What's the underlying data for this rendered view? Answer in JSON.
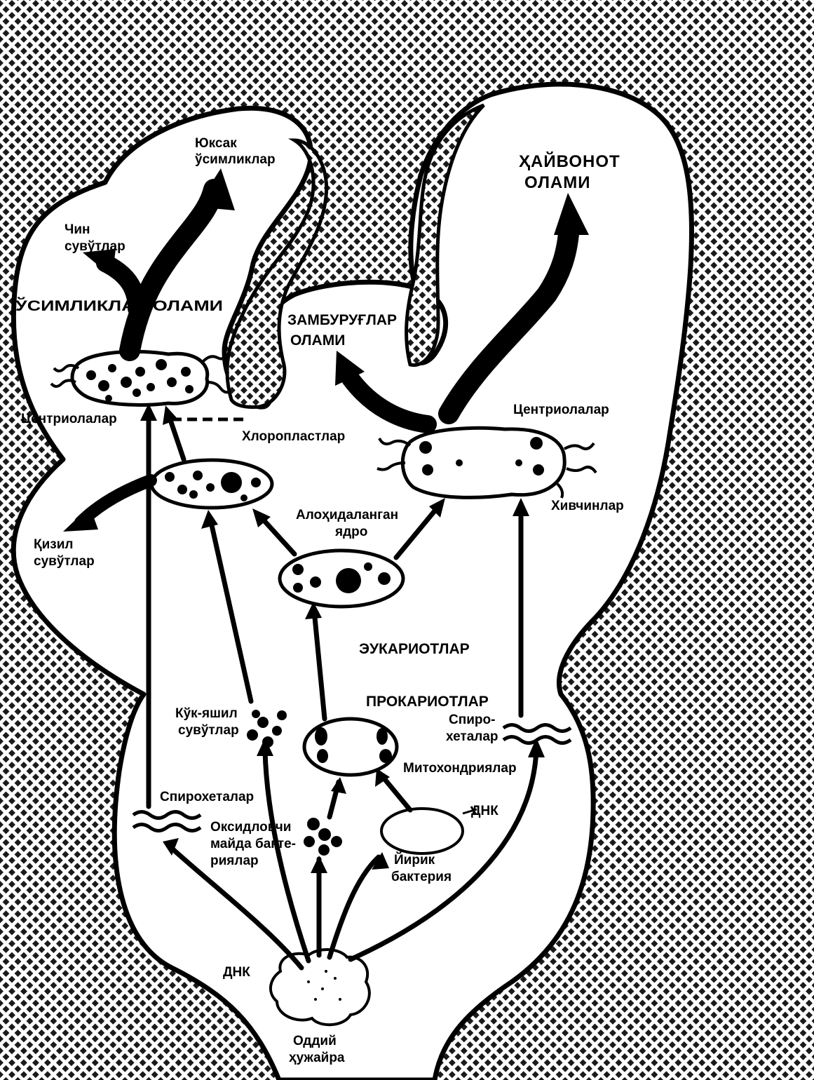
{
  "regions": {
    "plants": "ЎСИМЛИКЛАР ОЛАМИ",
    "fungi_line1": "ЗАМБУРУҒЛАР",
    "fungi_line2": "ОЛАМИ",
    "animals_line1": "ҲАЙВОНОТ",
    "animals_line2": "ОЛАМИ",
    "eukaryotes": "ЭУКАРИОТЛАР",
    "prokaryotes": "ПРОКАРИОТЛАР"
  },
  "labels": {
    "higher_plants_1": "Юксак",
    "higher_plants_2": "ўсимликлар",
    "true_algae_1": "Чин",
    "true_algae_2": "сувўтлар",
    "centrioles_left": "Центриолалар",
    "chloroplasts": "Хлоропластлар",
    "red_algae_1": "Қизил",
    "red_algae_2": "сувўтлар",
    "isolated_nucleus_1": "Алоҳидаланган",
    "isolated_nucleus_2": "ядро",
    "centrioles_right": "Центриолалар",
    "flagella": "Хивчинлар",
    "blue_green_1": "Кўк-яшил",
    "blue_green_2": "сувўтлар",
    "spirochetes_right_1": "Спиро-",
    "spirochetes_right_2": "хеталар",
    "mitochondria": "Митохондриялар",
    "spirochetes_left": "Спирохеталар",
    "oxidizing_1": "Оксидловчи",
    "oxidizing_2": "майда бакте-",
    "oxidizing_3": "риялар",
    "large_bacterium_1": "Йирик",
    "large_bacterium_2": "бактерия",
    "simple_cell_1": "Оддий",
    "simple_cell_2": "ҳужайра",
    "dna_left": "ДНК",
    "dna_right": "ДНК"
  }
}
